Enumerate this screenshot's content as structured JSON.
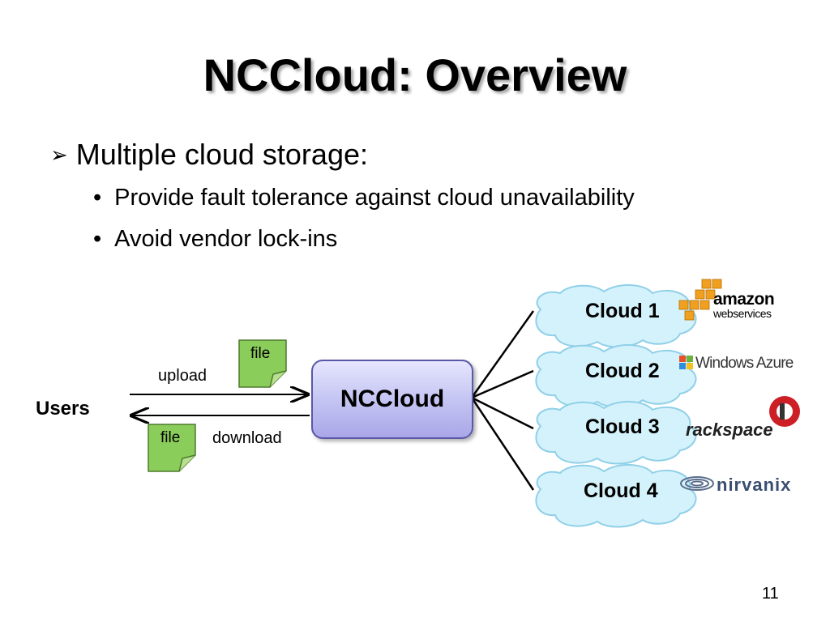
{
  "slide": {
    "title": "NCCloud: Overview",
    "page_number": "11"
  },
  "bullets": {
    "main": "Multiple cloud storage:",
    "sub": [
      "Provide fault tolerance against cloud unavailability",
      "Avoid vendor lock-ins"
    ]
  },
  "diagram": {
    "users_label": "Users",
    "upload_label": "upload",
    "download_label": "download",
    "file_label": "file",
    "center_label": "NCCloud",
    "clouds": [
      {
        "label": "Cloud 1",
        "vendor": "amazon webservices"
      },
      {
        "label": "Cloud 2",
        "vendor": "Windows Azure"
      },
      {
        "label": "Cloud 3",
        "vendor": "rackspace"
      },
      {
        "label": "Cloud 4",
        "vendor": "nirvanix"
      }
    ],
    "logo_text": {
      "amazon": "amazon",
      "amazon_sub": "webservices",
      "azure": "Windows Azure",
      "rackspace": "rackspace",
      "nirvanix": "nirvanix"
    },
    "colors": {
      "cloud_fill": "#d4f2fb",
      "cloud_stroke": "#8fd0e8",
      "file_fill": "#8bcd5a",
      "nccloud_fill": "#c8c8f4",
      "amazon_orange": "#f0a020"
    }
  }
}
